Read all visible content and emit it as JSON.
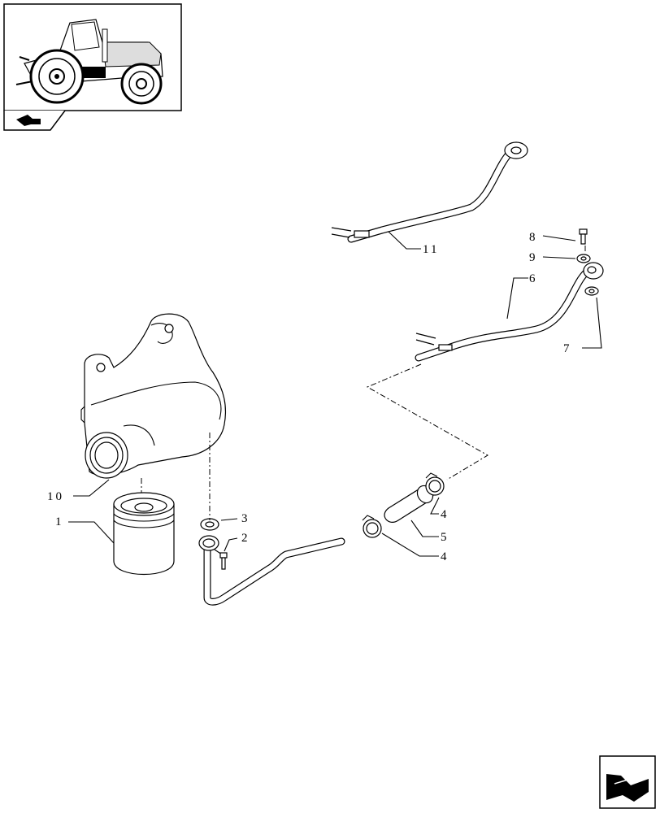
{
  "diagram": {
    "callouts": {
      "c1": "1",
      "c2": "2",
      "c3": "3",
      "c4a": "4",
      "c4b": "4",
      "c5": "5",
      "c6": "6",
      "c7": "7",
      "c8": "8",
      "c9": "9",
      "c10": "10",
      "c11": "11"
    },
    "icons": {
      "thumbnail": "tractor-thumbnail-icon",
      "section": "section-arrow-icon",
      "navigate": "next-page-arrow-icon"
    }
  }
}
